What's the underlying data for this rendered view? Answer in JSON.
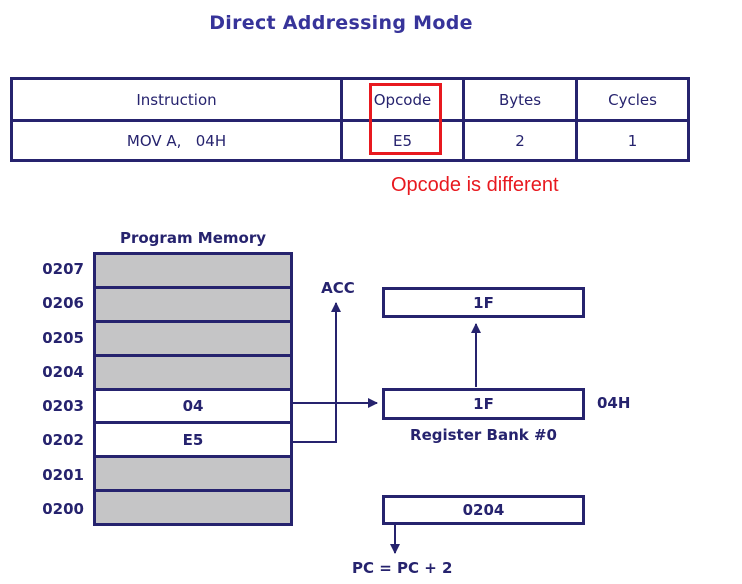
{
  "title": "Direct Addressing Mode",
  "colors": {
    "navy": "#26236e",
    "title_text": "#37349a",
    "red": "#e8191f",
    "memory_fill_gray": "#c5c5c6",
    "background": "#ffffff"
  },
  "table": {
    "headers": [
      "Instruction",
      "Opcode",
      "Bytes",
      "Cycles"
    ],
    "row": {
      "instruction": "MOV A,   04H",
      "opcode": "E5",
      "bytes": "2",
      "cycles": "1"
    },
    "highlight_note": "Opcode is different"
  },
  "memory": {
    "title": "Program Memory",
    "rows": [
      {
        "address": "0207",
        "value": "",
        "occupied": false
      },
      {
        "address": "0206",
        "value": "",
        "occupied": false
      },
      {
        "address": "0205",
        "value": "",
        "occupied": false
      },
      {
        "address": "0204",
        "value": "",
        "occupied": false
      },
      {
        "address": "0203",
        "value": "04",
        "occupied": true
      },
      {
        "address": "0202",
        "value": "E5",
        "occupied": true
      },
      {
        "address": "0201",
        "value": "",
        "occupied": false
      },
      {
        "address": "0200",
        "value": "",
        "occupied": false
      }
    ]
  },
  "registers": {
    "acc_label": "ACC",
    "acc_value": "1F",
    "bank_value": "1F",
    "bank_address_label": "04H",
    "bank_label": "Register Bank #0",
    "pc_value": "0204",
    "pc_note": "PC = PC + 2"
  }
}
